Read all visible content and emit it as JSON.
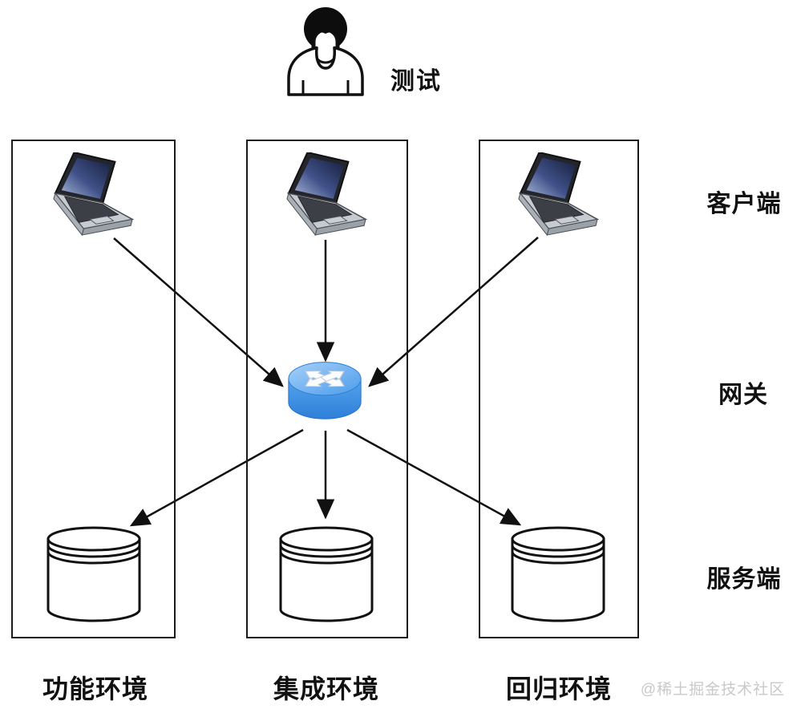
{
  "page": {
    "background": "#ffffff"
  },
  "actor": {
    "label": "测试",
    "icon": "person-icon"
  },
  "tier_labels": {
    "client": "客户端",
    "gateway": "网关",
    "server": "服务端"
  },
  "environments": [
    {
      "id": "functional",
      "label": "功能环境",
      "client_icon": "laptop-icon",
      "server_icon": "database-icon"
    },
    {
      "id": "integration",
      "label": "集成环境",
      "client_icon": "laptop-icon",
      "server_icon": "database-icon"
    },
    {
      "id": "regression",
      "label": "回归环境",
      "client_icon": "laptop-icon",
      "server_icon": "database-icon"
    }
  ],
  "gateway": {
    "icon": "router-icon"
  },
  "connections": [
    {
      "from": "tester",
      "to": "clients",
      "note": "implicit"
    },
    {
      "from": "client-functional",
      "to": "gateway"
    },
    {
      "from": "client-integration",
      "to": "gateway"
    },
    {
      "from": "client-regression",
      "to": "gateway"
    },
    {
      "from": "gateway",
      "to": "server-functional"
    },
    {
      "from": "gateway",
      "to": "server-integration"
    },
    {
      "from": "gateway",
      "to": "server-regression"
    }
  ],
  "watermark": {
    "text": "@稀土掘金技术社区",
    "color": "#c9c9c9"
  },
  "colors": {
    "line": "#111111",
    "box_border": "#1a1a1a",
    "router_top": "#8ec4f5",
    "router_body": "#3e8fe4",
    "laptop_screen": "#31406e",
    "laptop_body": "#c6cbd2",
    "db_fill": "#ffffff"
  }
}
